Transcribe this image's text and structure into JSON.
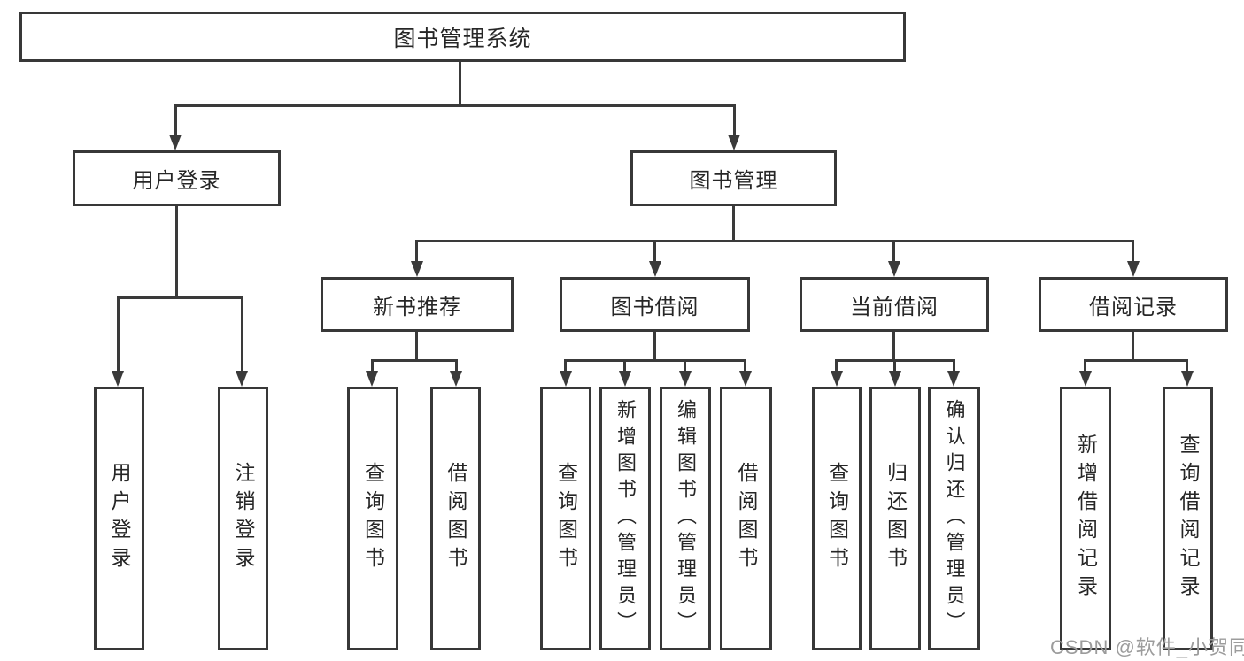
{
  "diagram": {
    "title": "图书管理系统",
    "level2": [
      {
        "label": "用户登录"
      },
      {
        "label": "图书管理"
      }
    ],
    "level3": [
      {
        "label": "新书推荐"
      },
      {
        "label": "图书借阅"
      },
      {
        "label": "当前借阅"
      },
      {
        "label": "借阅记录"
      }
    ],
    "leaves": [
      {
        "label": "用户登录"
      },
      {
        "label": "注销登录"
      },
      {
        "label": "查询图书"
      },
      {
        "label": "借阅图书"
      },
      {
        "label": "查询图书"
      },
      {
        "label": "新增图书（管理员）"
      },
      {
        "label": "编辑图书（管理员）"
      },
      {
        "label": "借阅图书"
      },
      {
        "label": "查询图书"
      },
      {
        "label": "归还图书"
      },
      {
        "label": "确认归还（管理员）"
      },
      {
        "label": "新增借阅记录"
      },
      {
        "label": "查询借阅记录"
      }
    ],
    "colors": {
      "line": "#3a3a3a",
      "border": "#383838",
      "text": "#262626",
      "watermark_text": "#9c9c9c",
      "background": "#ffffff"
    }
  },
  "watermark": {
    "text": "CSDN @软件_小贺同学"
  }
}
